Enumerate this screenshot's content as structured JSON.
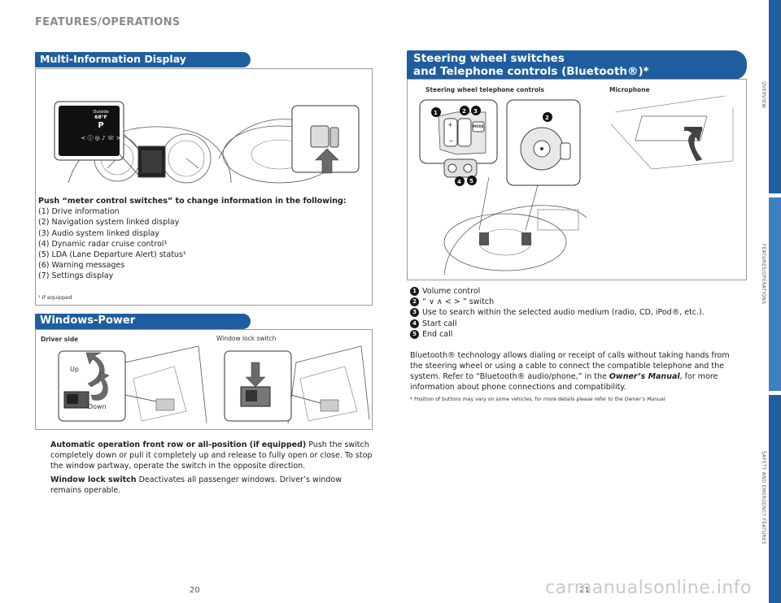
{
  "page_header": "FEATURES/OPERATIONS",
  "multi_info": {
    "title": "Multi-Information Display",
    "display": {
      "outside_label": "Outside",
      "temp": "68°F",
      "gear": "P"
    },
    "intro": "Push “meter control switches” to change information in the following:",
    "items": [
      "(1) Drive information",
      "(2) Navigation system linked display",
      "(3) Audio system linked display",
      "(4) Dynamic radar cruise control¹",
      "(5) LDA (Lane Departure Alert) status¹",
      "(6) Warning messages",
      "(7) Settings display"
    ],
    "footnote": "¹ If equipped"
  },
  "windows": {
    "title": "Windows-Power",
    "driver_side_label": "Driver side",
    "window_lock_label": "Window lock switch",
    "up_label": "Up",
    "down_label": "Down",
    "para1_bold": "Automatic operation front row or all-position (if equipped)",
    "para1_text": " Push the switch completely down or pull it completely up and release to fully open or close. To stop the window partway, operate the switch in the opposite direction.",
    "para2_bold": "Window lock switch",
    "para2_text": " Deactivates all passenger windows. Driver’s window remains operable."
  },
  "steering": {
    "title_line1": "Steering wheel switches",
    "title_line2": "and Telephone controls (Bluetooth®)*",
    "controls_label": "Steering wheel telephone controls",
    "microphone_label": "Microphone",
    "mode_label": "MODE",
    "callouts": [
      {
        "n": "1",
        "text": "Volume control"
      },
      {
        "n": "2",
        "text": "“ ∨ ∧  < > ” switch"
      },
      {
        "n": "3",
        "text": "Use to search within the selected audio medium (radio, CD, iPod®, etc.)."
      },
      {
        "n": "4",
        "text": "Start call"
      },
      {
        "n": "5",
        "text": "End call"
      }
    ],
    "para_start": "Bluetooth® technology allows dialing or receipt of calls without taking hands from the steering wheel or using a cable to connect the compatible telephone and the system. Refer to “Bluetooth® audio/phone,” in the ",
    "para_manual": "Owner’s Manual",
    "para_end": ", for more information about phone connections and compatibility.",
    "note_text": "* Position of buttons may vary on some vehicles, for more details please refer to the ",
    "note_manual": "Owner’s Manual"
  },
  "page_left": "20",
  "page_right": "21",
  "tabs": [
    "OVERVIEW",
    "FEATURES/OPERATIONS",
    "SAFETY AND EMERGENCY FEATURES"
  ],
  "watermark": "carmanualsonline.info",
  "colors": {
    "banner": "#1f5e9e",
    "tab_active": "#3d7fc0"
  }
}
